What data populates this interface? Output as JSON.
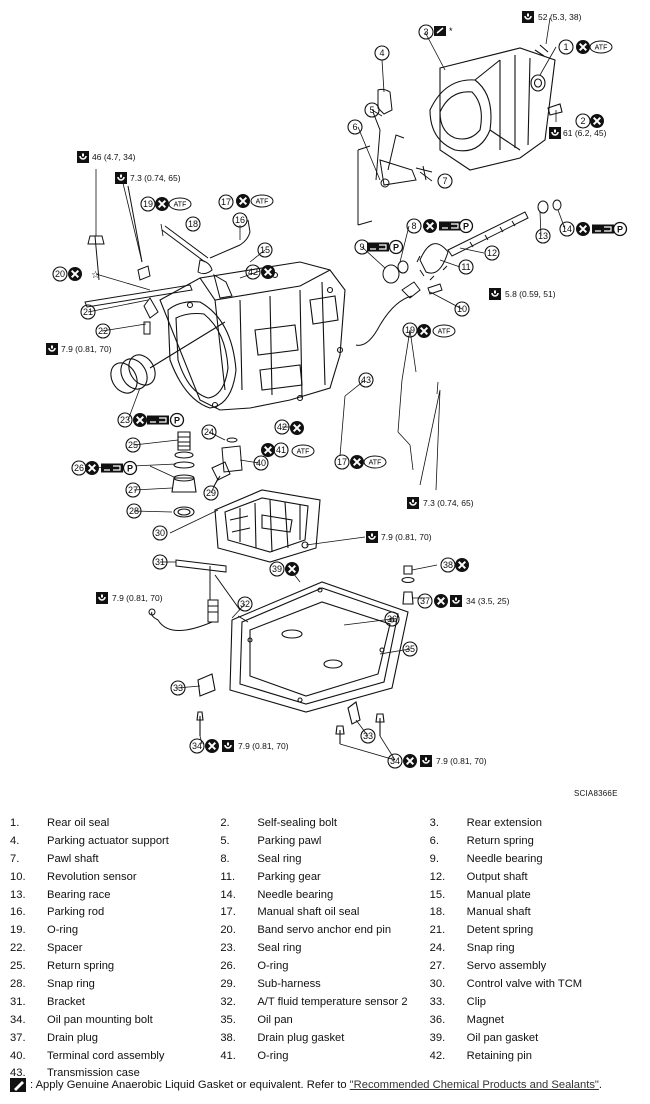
{
  "figure_id": "SCIA8366E",
  "callouts": {
    "c52": "52  (5.3,  38)",
    "c61": "61 (6.2, 45)",
    "c46": "46 (4.7, 34)",
    "c73a": "7.3 (0.74, 65)",
    "c58": "5.8  (0.59,  51)",
    "c79a": "7.9  (0.81,  70)",
    "c73b": "7.3  (0.74,  65)",
    "c79b": "7.9  (0.81,  70)",
    "c79c": "7.9  (0.81,  70)",
    "c34": "34  (3.5, 25)",
    "c79d": "7.9 (0.81, 70)",
    "c79e": "7.9 (0.81, 70)",
    "atf": "ATF",
    "p": "P"
  },
  "parts": [
    {
      "n": "1.",
      "name": "Rear oil seal"
    },
    {
      "n": "2.",
      "name": "Self-sealing bolt"
    },
    {
      "n": "3.",
      "name": "Rear extension"
    },
    {
      "n": "4.",
      "name": "Parking actuator support"
    },
    {
      "n": "5.",
      "name": "Parking pawl"
    },
    {
      "n": "6.",
      "name": "Return spring"
    },
    {
      "n": "7.",
      "name": "Pawl shaft"
    },
    {
      "n": "8.",
      "name": "Seal ring"
    },
    {
      "n": "9.",
      "name": "Needle bearing"
    },
    {
      "n": "10.",
      "name": "Revolution sensor"
    },
    {
      "n": "11.",
      "name": "Parking gear"
    },
    {
      "n": "12.",
      "name": "Output shaft"
    },
    {
      "n": "13.",
      "name": "Bearing race"
    },
    {
      "n": "14.",
      "name": "Needle bearing"
    },
    {
      "n": "15.",
      "name": "Manual plate"
    },
    {
      "n": "16.",
      "name": "Parking rod"
    },
    {
      "n": "17.",
      "name": "Manual shaft oil seal"
    },
    {
      "n": "18.",
      "name": "Manual shaft"
    },
    {
      "n": "19.",
      "name": "O-ring"
    },
    {
      "n": "20.",
      "name": "Band servo anchor end pin"
    },
    {
      "n": "21.",
      "name": "Detent spring"
    },
    {
      "n": "22.",
      "name": "Spacer"
    },
    {
      "n": "23.",
      "name": "Seal ring"
    },
    {
      "n": "24.",
      "name": "Snap ring"
    },
    {
      "n": "25.",
      "name": "Return spring"
    },
    {
      "n": "26.",
      "name": "O-ring"
    },
    {
      "n": "27.",
      "name": "Servo assembly"
    },
    {
      "n": "28.",
      "name": "Snap ring"
    },
    {
      "n": "29.",
      "name": "Sub-harness"
    },
    {
      "n": "30.",
      "name": "Control valve with TCM"
    },
    {
      "n": "31.",
      "name": "Bracket"
    },
    {
      "n": "32.",
      "name": "A/T fluid temperature sensor 2"
    },
    {
      "n": "33.",
      "name": "Clip"
    },
    {
      "n": "34.",
      "name": "Oil pan mounting bolt"
    },
    {
      "n": "35.",
      "name": "Oil pan"
    },
    {
      "n": "36.",
      "name": "Magnet"
    },
    {
      "n": "37.",
      "name": "Drain plug"
    },
    {
      "n": "38.",
      "name": "Drain plug gasket"
    },
    {
      "n": "39.",
      "name": "Oil pan gasket"
    },
    {
      "n": "40.",
      "name": "Terminal cord assembly"
    },
    {
      "n": "41.",
      "name": "O-ring"
    },
    {
      "n": "42.",
      "name": "Retaining pin"
    },
    {
      "n": "43.",
      "name": "Transmission case"
    }
  ],
  "note": {
    "text": ": Apply Genuine Anaerobic Liquid Gasket or equivalent. Refer to ",
    "link": "\"Recommended Chemical Products and Sealants\"",
    "end": "."
  }
}
